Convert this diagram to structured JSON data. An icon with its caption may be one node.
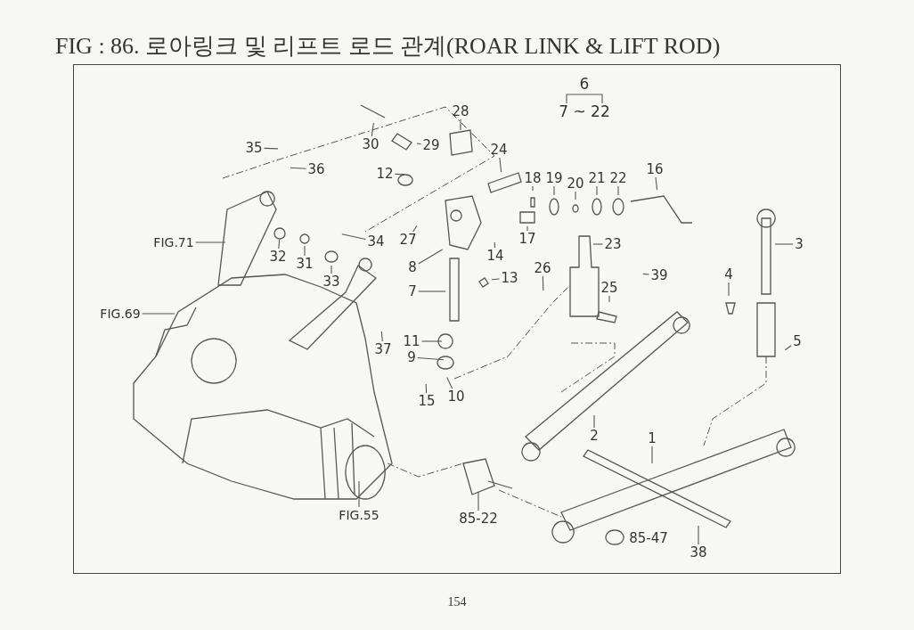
{
  "diagram": {
    "title": "FIG : 86. 로아링크 및 리프트 로드 관계(ROAR LINK & LIFT ROD)",
    "nodes": [
      {
        "text": [
          "28"
        ]
      },
      {
        "text": [
          "30"
        ]
      },
      {
        "text": [
          "29"
        ]
      },
      {
        "text": [
          "24"
        ]
      },
      {
        "text": [
          "35"
        ]
      },
      {
        "text": [
          "36"
        ]
      },
      {
        "text": [
          "12"
        ]
      },
      {
        "text": [
          "18"
        ]
      },
      {
        "text": [
          "19"
        ]
      },
      {
        "text": [
          "20"
        ]
      },
      {
        "text": [
          "21"
        ]
      },
      {
        "text": [
          "22"
        ]
      },
      {
        "text": [
          "16"
        ]
      },
      {
        "text": [
          "27"
        ]
      },
      {
        "text": [
          "34"
        ]
      },
      {
        "text": [
          "32"
        ]
      },
      {
        "text": [
          "31"
        ]
      },
      {
        "text": [
          "33"
        ]
      },
      {
        "text": [
          "17"
        ]
      },
      {
        "text": [
          "23"
        ]
      },
      {
        "text": [
          "14"
        ]
      },
      {
        "text": [
          "8"
        ]
      },
      {
        "text": [
          "13"
        ]
      },
      {
        "text": [
          "39"
        ]
      },
      {
        "text": [
          "FIG.71"
        ]
      },
      {
        "text": [
          "FIG.69"
        ]
      },
      {
        "text": [
          "26"
        ]
      },
      {
        "text": [
          "25"
        ]
      },
      {
        "text": [
          "7"
        ]
      },
      {
        "text": [
          "3"
        ]
      },
      {
        "text": [
          "4"
        ]
      },
      {
        "text": [
          "37"
        ]
      },
      {
        "text": [
          "11"
        ]
      },
      {
        "text": [
          "9"
        ]
      },
      {
        "text": [
          "15"
        ]
      },
      {
        "text": [
          "10"
        ]
      },
      {
        "text": [
          "5"
        ]
      },
      {
        "text": [
          "2"
        ]
      },
      {
        "text": [
          "1"
        ]
      },
      {
        "text": [
          "FIG.55"
        ]
      },
      {
        "text": [
          "85-22"
        ]
      },
      {
        "text": [
          "85-47"
        ]
      },
      {
        "text": [
          "38"
        ]
      }
    ],
    "edges": [
      {
        "from": 0,
        "to": null,
        "arrow": "none"
      },
      {
        "from": 1,
        "to": null,
        "arrow": "none"
      },
      {
        "from": 2,
        "to": null,
        "arrow": "none"
      },
      {
        "from": 3,
        "to": null,
        "arrow": "none"
      },
      {
        "from": 4,
        "to": null,
        "arrow": "none"
      },
      {
        "from": 5,
        "to": null,
        "arrow": "none"
      },
      {
        "from": 6,
        "to": null,
        "arrow": "none"
      },
      {
        "from": 7,
        "to": null,
        "arrow": "none"
      },
      {
        "from": 8,
        "to": null,
        "arrow": "none"
      },
      {
        "from": 9,
        "to": null,
        "arrow": "none"
      },
      {
        "from": 10,
        "to": null,
        "arrow": "none"
      },
      {
        "from": 11,
        "to": null,
        "arrow": "none"
      },
      {
        "from": 12,
        "to": null,
        "arrow": "none"
      },
      {
        "from": 13,
        "to": null,
        "arrow": "none"
      },
      {
        "from": 14,
        "to": null,
        "arrow": "none"
      },
      {
        "from": 15,
        "to": null,
        "arrow": "none"
      },
      {
        "from": 16,
        "to": null,
        "arrow": "none"
      },
      {
        "from": 17,
        "to": null,
        "arrow": "none"
      },
      {
        "from": 18,
        "to": null,
        "arrow": "none"
      },
      {
        "from": 19,
        "to": null,
        "arrow": "none"
      },
      {
        "from": 20,
        "to": null,
        "arrow": "none"
      },
      {
        "from": 21,
        "to": null,
        "arrow": "none"
      },
      {
        "from": 22,
        "to": null,
        "arrow": "none"
      },
      {
        "from": 23,
        "to": null,
        "arrow": "none"
      },
      {
        "from": 24,
        "to": null,
        "arrow": "none"
      },
      {
        "from": 25,
        "to": null,
        "arrow": "none"
      },
      {
        "from": 26,
        "to": null,
        "arrow": "none"
      },
      {
        "from": 27,
        "to": null,
        "arrow": "none"
      },
      {
        "from": 28,
        "to": null,
        "arrow": "none"
      },
      {
        "from": 29,
        "to": null,
        "arrow": "none"
      },
      {
        "from": 30,
        "to": null,
        "arrow": "none"
      },
      {
        "from": 31,
        "to": null,
        "arrow": "none"
      },
      {
        "from": 32,
        "to": null,
        "arrow": "none"
      },
      {
        "from": 33,
        "to": null,
        "arrow": "none"
      },
      {
        "from": 34,
        "to": null,
        "arrow": "none"
      },
      {
        "from": 35,
        "to": null,
        "arrow": "none"
      },
      {
        "from": 36,
        "to": null,
        "arrow": "none"
      },
      {
        "from": 37,
        "to": null,
        "arrow": "none"
      },
      {
        "from": 38,
        "to": null,
        "arrow": "none"
      },
      {
        "from": 39,
        "to": null,
        "arrow": "none"
      },
      {
        "from": 40,
        "to": null,
        "arrow": "none"
      },
      {
        "from": 41,
        "to": null,
        "arrow": "none"
      },
      {
        "from": 42,
        "to": null,
        "arrow": "none"
      }
    ],
    "labels": [
      "6",
      "7 ~ 22",
      "154"
    ]
  }
}
